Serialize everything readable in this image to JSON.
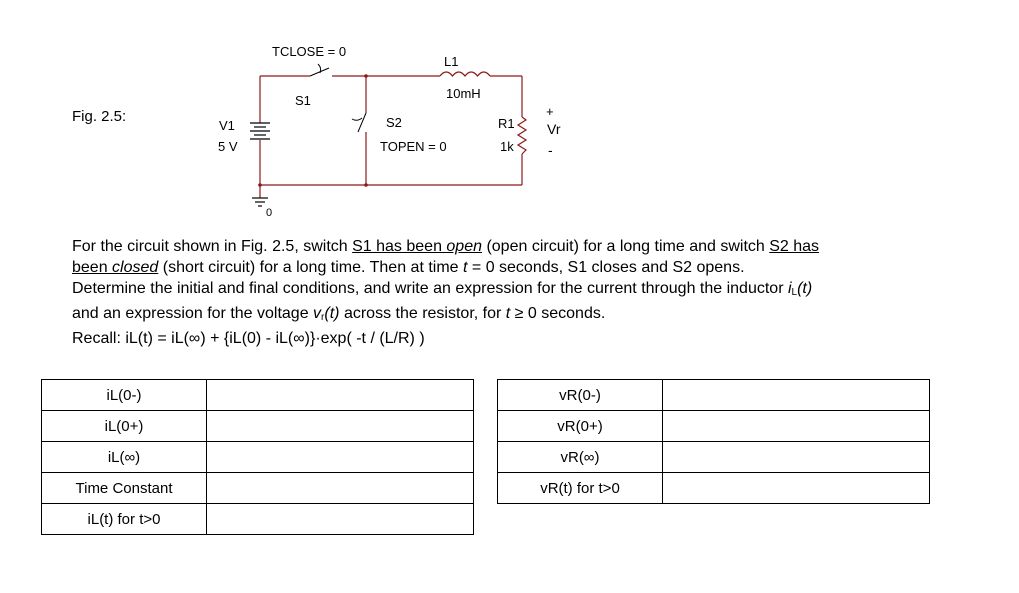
{
  "figure_label": "Fig. 2.5:",
  "circuit": {
    "tclose_label": "TCLOSE = 0",
    "s1_label": "S1",
    "l1_label": "L1",
    "l1_value": "10mH",
    "v1_label": "V1",
    "v1_value": "5 V",
    "s2_label": "S2",
    "topen_label": "TOPEN = 0",
    "r1_label": "R1",
    "r1_value": "1k",
    "vr_plus": "+",
    "vr_label": "Vr",
    "vr_minus": "-",
    "ground_label": "0"
  },
  "problem": {
    "line1_a": "For the circuit shown in Fig. 2.5, switch ",
    "line1_u1": "S1 has been ",
    "line1_u1i": "open",
    "line1_b": " (open circuit) for a long time and switch ",
    "line1_u2": "S2 has",
    "line2_u": "been ",
    "line2_ui": "closed",
    "line2_a": " (short circuit) for a long time.  Then at time ",
    "line2_t": "t",
    "line2_b": " = 0 seconds, S1 closes and S2 opens.",
    "line3": "Determine the initial and final conditions, and write an expression for the current through the inductor ",
    "line3_i": "i",
    "line3_sub": "L",
    "line3_t": "(t)",
    "line4_a": "and an expression for the voltage ",
    "line4_v": "v",
    "line4_sub": "r",
    "line4_t": "(t)",
    "line4_b": " across the resistor, for ",
    "line4_t2": "t",
    "line4_c": " ≥ 0 seconds.",
    "recall": "Recall:  iL(t) = iL(∞) + {iL(0) - iL(∞)}·exp( -t / (L/R) )"
  },
  "left_table": [
    {
      "label": "iL(0-)",
      "value": ""
    },
    {
      "label": "iL(0+)",
      "value": ""
    },
    {
      "label": "iL(∞)",
      "value": ""
    },
    {
      "label": "Time Constant",
      "value": ""
    },
    {
      "label": "iL(t) for t>0",
      "value": ""
    }
  ],
  "right_table": [
    {
      "label": "vR(0-)",
      "value": ""
    },
    {
      "label": "vR(0+)",
      "value": ""
    },
    {
      "label": "vR(∞)",
      "value": ""
    },
    {
      "label": "vR(t) for t>0",
      "value": ""
    }
  ]
}
